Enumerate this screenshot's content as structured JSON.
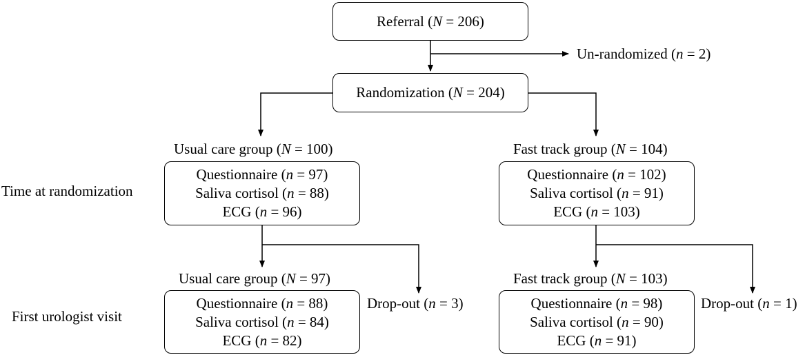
{
  "referral": {
    "pre": "Referral (",
    "var": "N",
    "post": " = 206)"
  },
  "unrandomized": {
    "pre": "Un-randomized (",
    "var": "n",
    "post": " = 2)"
  },
  "randomization": {
    "pre": "Randomization (",
    "var": "N",
    "post": " = 204)"
  },
  "usual_rand": {
    "header": {
      "pre": "Usual care group (",
      "var": "N",
      "post": " = 100)"
    },
    "items": [
      {
        "pre": "Questionnaire (",
        "var": "n",
        "post": " = 97)"
      },
      {
        "pre": "Saliva cortisol (",
        "var": "n",
        "post": " = 88)"
      },
      {
        "pre": "ECG (",
        "var": "n",
        "post": " = 96)"
      }
    ]
  },
  "fast_rand": {
    "header": {
      "pre": "Fast track group (",
      "var": "N",
      "post": " = 104)"
    },
    "items": [
      {
        "pre": "Questionnaire (",
        "var": "n",
        "post": " = 102)"
      },
      {
        "pre": "Saliva cortisol (",
        "var": "n",
        "post": " = 91)"
      },
      {
        "pre": "ECG (",
        "var": "n",
        "post": " = 103)"
      }
    ]
  },
  "usual_visit": {
    "header": {
      "pre": "Usual care group (",
      "var": "N",
      "post": " = 97)"
    },
    "items": [
      {
        "pre": "Questionnaire (",
        "var": "n",
        "post": " = 88)"
      },
      {
        "pre": "Saliva cortisol (",
        "var": "n",
        "post": " = 84)"
      },
      {
        "pre": "ECG (",
        "var": "n",
        "post": " = 82)"
      }
    ]
  },
  "fast_visit": {
    "header": {
      "pre": "Fast track group (",
      "var": "N",
      "post": " = 103)"
    },
    "items": [
      {
        "pre": "Questionnaire (",
        "var": "n",
        "post": " = 98)"
      },
      {
        "pre": "Saliva cortisol (",
        "var": "n",
        "post": " = 90)"
      },
      {
        "pre": "ECG (",
        "var": "n",
        "post": " = 91)"
      }
    ]
  },
  "dropout_usual": {
    "pre": "Drop-out (",
    "var": "n",
    "post": " = 3)"
  },
  "dropout_fast": {
    "pre": "Drop-out (",
    "var": "n",
    "post": " = 1)"
  },
  "stage_labels": {
    "randomization_time": "Time at randomization",
    "first_visit": "First urologist visit"
  }
}
